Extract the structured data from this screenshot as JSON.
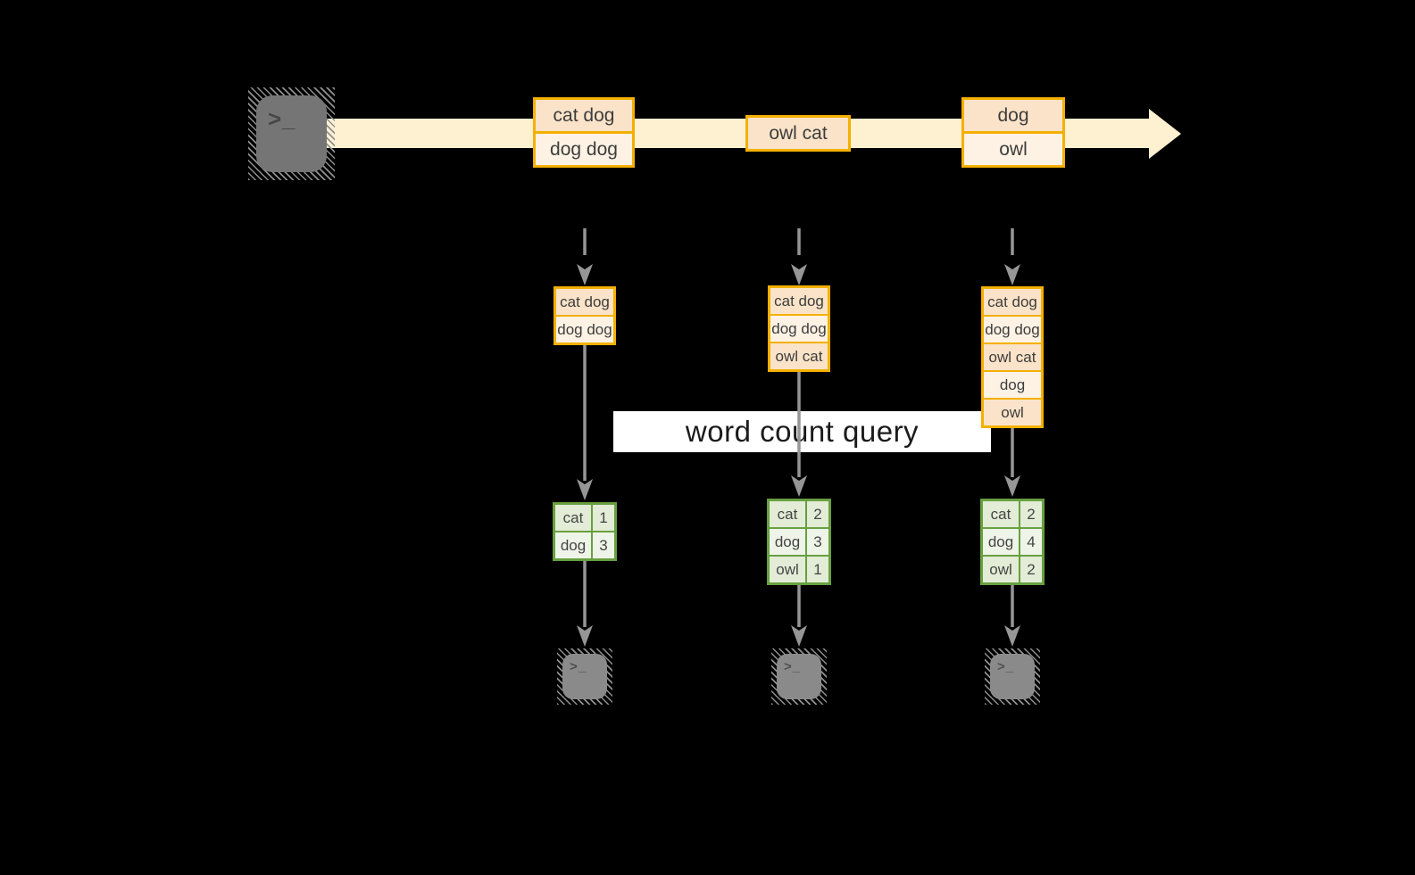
{
  "banner": {
    "label": "word count query"
  },
  "icons": {
    "terminal_glyph": ">_"
  },
  "timeline": {
    "batches": [
      {
        "records": [
          "cat dog",
          "dog dog"
        ]
      },
      {
        "records": [
          "owl cat"
        ]
      },
      {
        "records": [
          "dog",
          "owl"
        ]
      }
    ]
  },
  "columns": [
    {
      "stack": [
        "cat dog",
        "dog dog"
      ],
      "counts": [
        {
          "word": "cat",
          "count": "1"
        },
        {
          "word": "dog",
          "count": "3"
        }
      ]
    },
    {
      "stack": [
        "cat dog",
        "dog dog",
        "owl cat"
      ],
      "counts": [
        {
          "word": "cat",
          "count": "2"
        },
        {
          "word": "dog",
          "count": "3"
        },
        {
          "word": "owl",
          "count": "1"
        }
      ]
    },
    {
      "stack": [
        "cat dog",
        "dog dog",
        "owl cat",
        "dog",
        "owl"
      ],
      "counts": [
        {
          "word": "cat",
          "count": "2"
        },
        {
          "word": "dog",
          "count": "4"
        },
        {
          "word": "owl",
          "count": "2"
        }
      ]
    }
  ],
  "palette": {
    "background": "#000000",
    "stream_band": "#fdf1d2",
    "record_border": "#f4b000",
    "record_fill_dark": "#fae3c8",
    "record_fill_light": "#fdf2e4",
    "table_border": "#68a040",
    "table_fill_dark": "#e2ecd6",
    "table_fill_light": "#eef4e7",
    "arrow_gray": "#969696",
    "terminal_gray_source": "#757575",
    "terminal_gray_sink": "#8a8a8a",
    "banner_background": "#ffffff"
  }
}
